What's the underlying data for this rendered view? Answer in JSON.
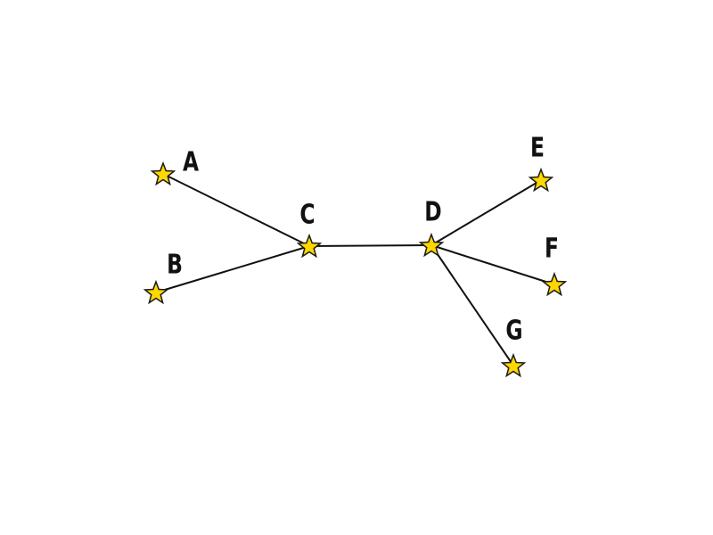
{
  "diagram": {
    "type": "graph",
    "colors": {
      "star_fill": "#FFD700",
      "star_stroke": "#1A1A1A",
      "edge": "#111111",
      "label": "#111111"
    },
    "node_icon": "star-icon",
    "nodes": [
      {
        "id": "A",
        "label": "A"
      },
      {
        "id": "B",
        "label": "B"
      },
      {
        "id": "C",
        "label": "C"
      },
      {
        "id": "D",
        "label": "D"
      },
      {
        "id": "E",
        "label": "E"
      },
      {
        "id": "F",
        "label": "F"
      },
      {
        "id": "G",
        "label": "G"
      }
    ],
    "edges": [
      {
        "from": "A",
        "to": "C"
      },
      {
        "from": "B",
        "to": "C"
      },
      {
        "from": "C",
        "to": "D"
      },
      {
        "from": "D",
        "to": "E"
      },
      {
        "from": "D",
        "to": "F"
      },
      {
        "from": "D",
        "to": "G"
      }
    ]
  }
}
